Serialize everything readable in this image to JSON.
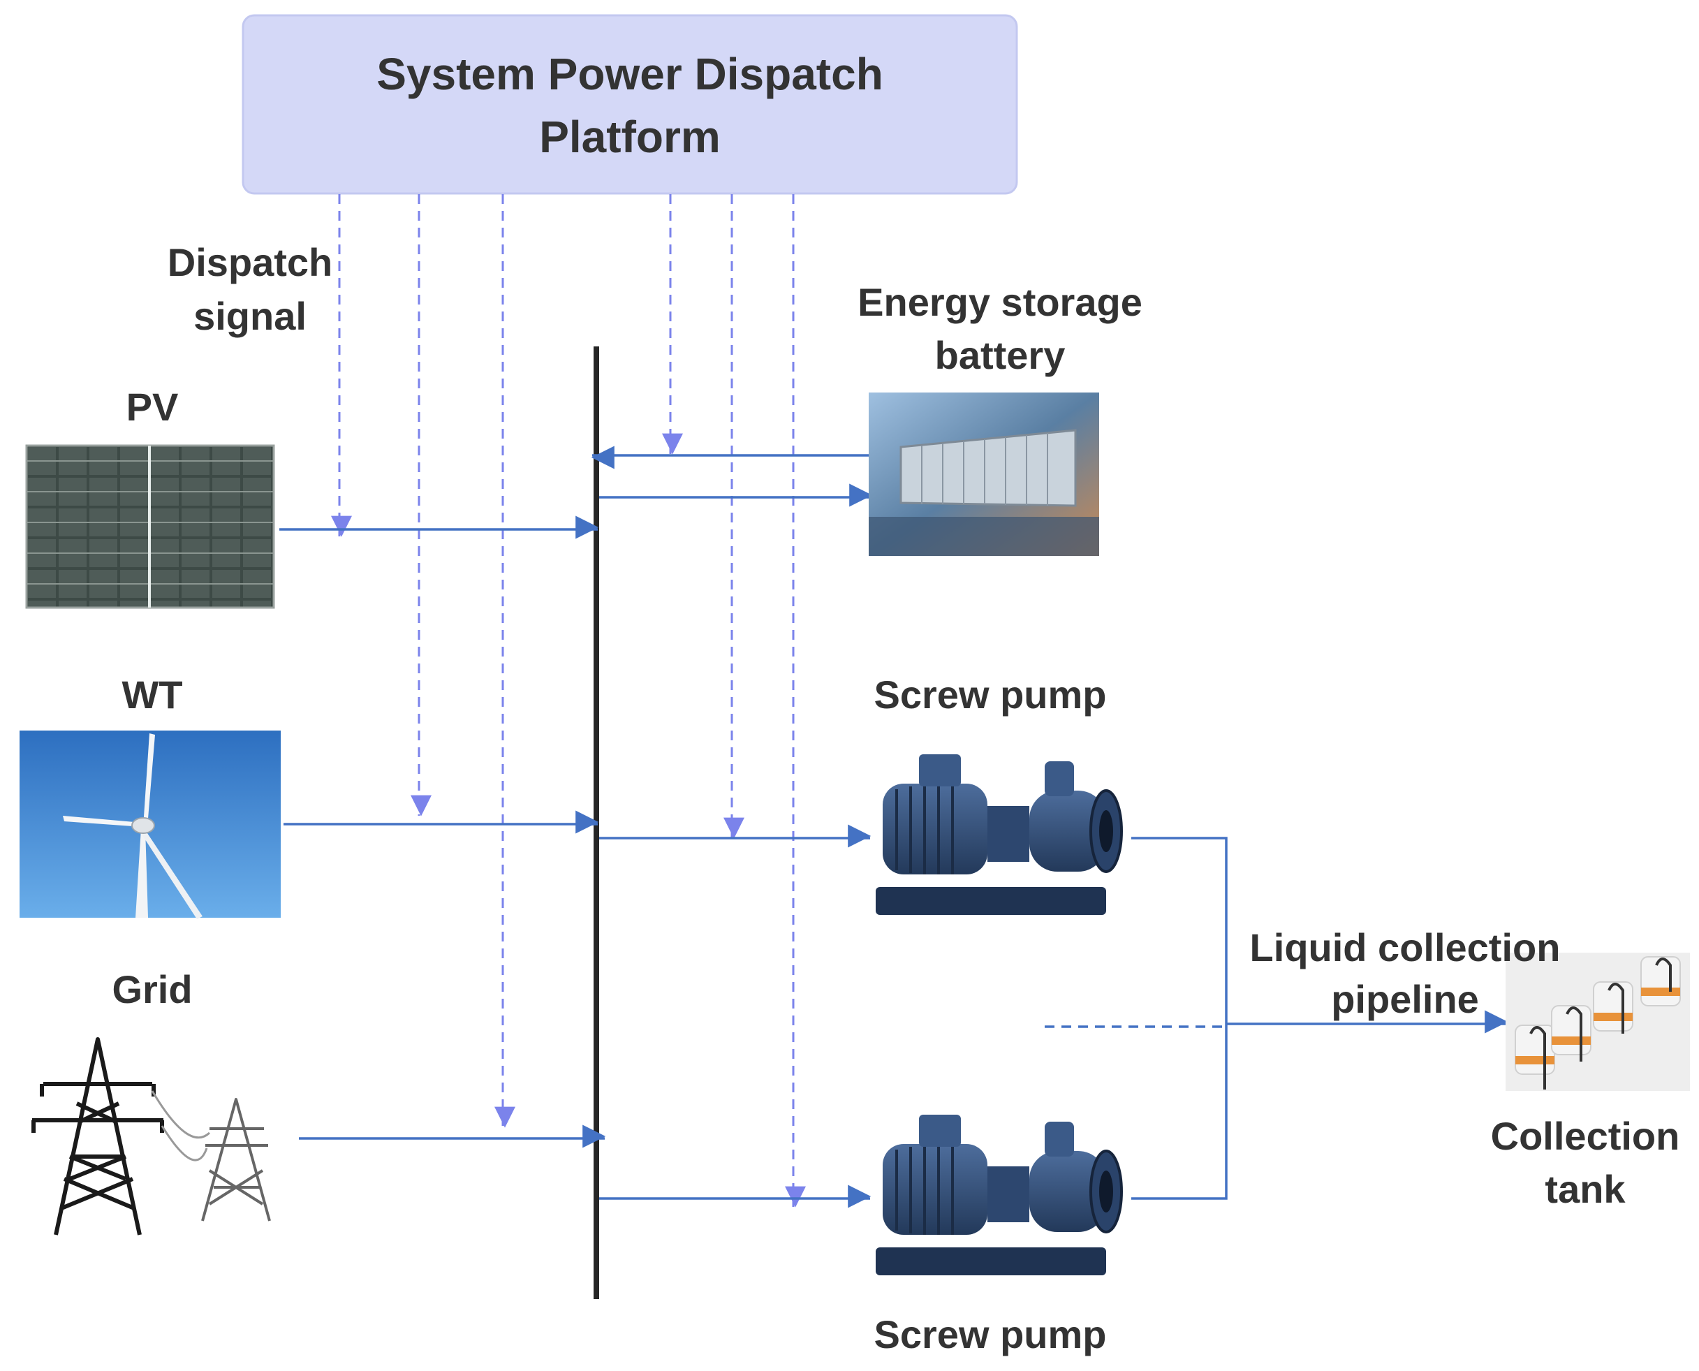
{
  "platform": {
    "title_line1": "System Power Dispatch",
    "title_line2": "Platform"
  },
  "dispatch_signal": {
    "line1": "Dispatch",
    "line2": "signal"
  },
  "sources": {
    "pv": {
      "label": "PV",
      "icon": "solar-panel-icon"
    },
    "wt": {
      "label": "WT",
      "icon": "wind-turbine-icon"
    },
    "grid": {
      "label": "Grid",
      "icon": "transmission-tower-icon"
    }
  },
  "battery": {
    "line1": "Energy storage",
    "line2": "battery",
    "icon": "battery-container-icon"
  },
  "pump_top": {
    "label": "Screw pump",
    "icon": "screw-pump-icon"
  },
  "pump_bottom": {
    "label": "Screw pump",
    "icon": "screw-pump-icon"
  },
  "pipeline": {
    "line1": "Liquid collection",
    "line2": "pipeline"
  },
  "tank": {
    "line1": "Collection",
    "line2": "tank",
    "icon": "collection-tank-icon"
  },
  "colors": {
    "platform_fill": "#d4d8f7",
    "platform_stroke": "#c3c8f0",
    "power_line": "#4472c4",
    "dispatch_line": "#7b83eb",
    "bus": "#262626",
    "text": "#333333",
    "pump_body": "#2f4a73"
  }
}
